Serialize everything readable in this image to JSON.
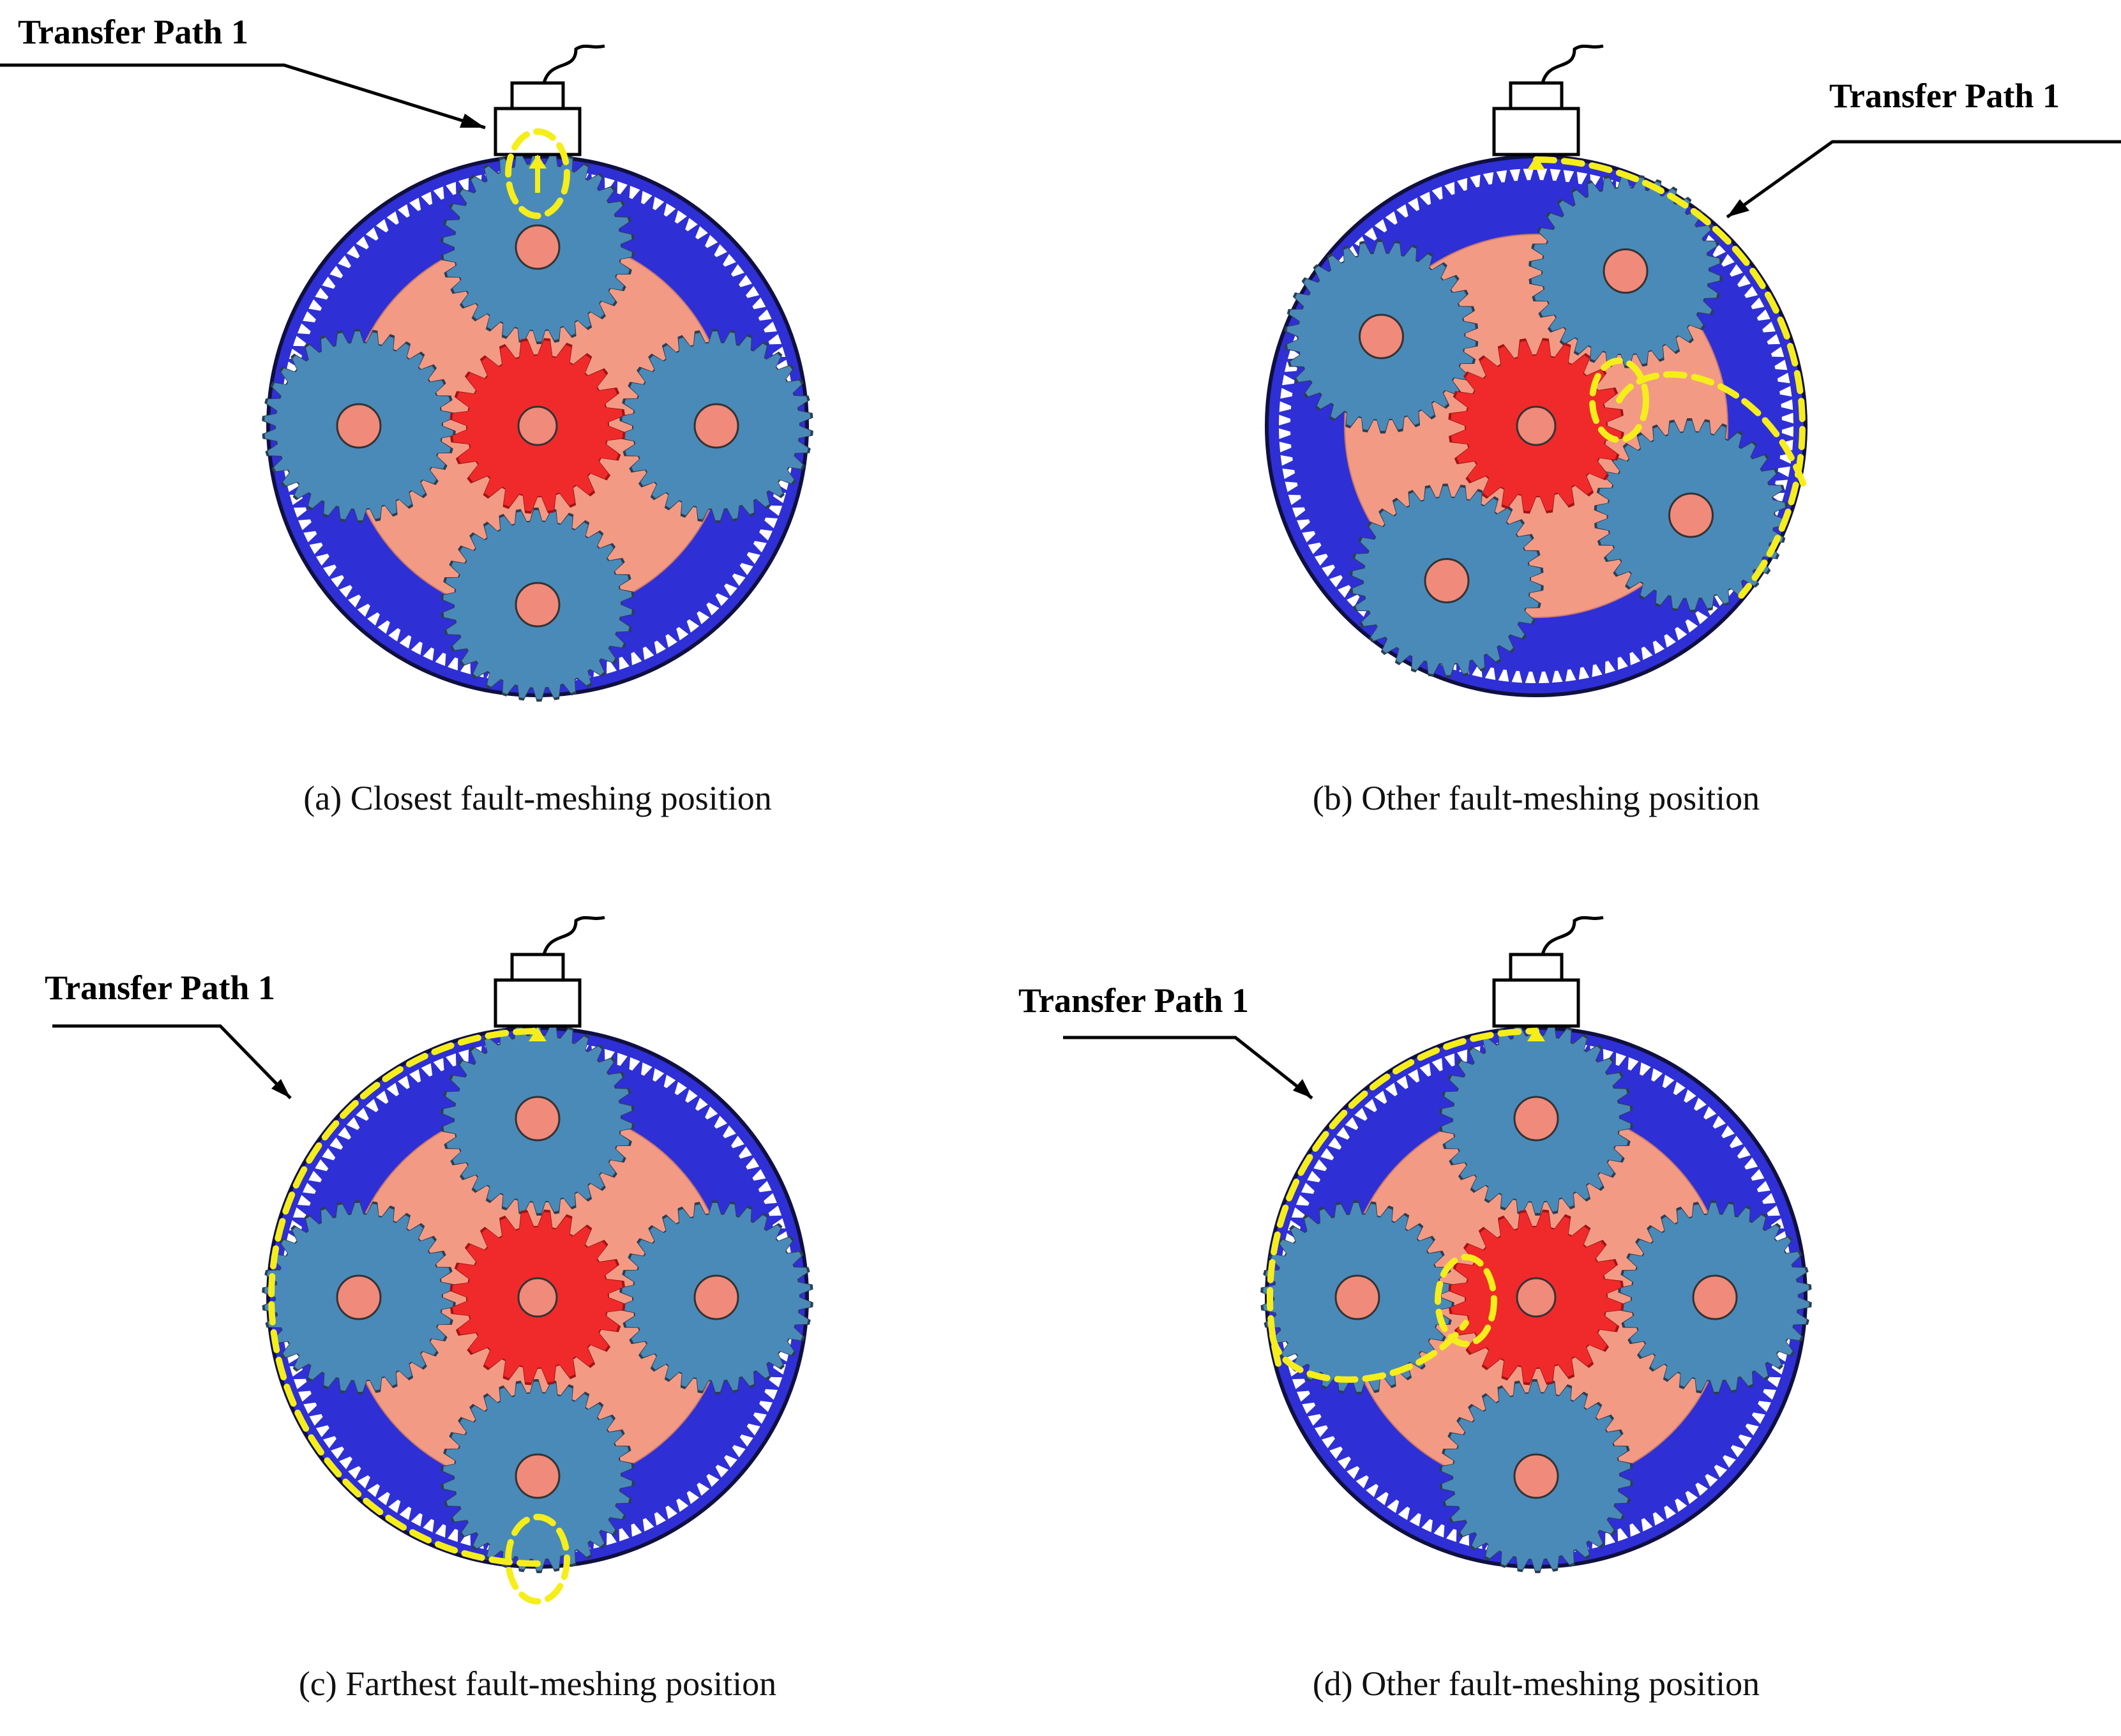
{
  "panels": [
    {
      "id": "a",
      "caption": "(a) Closest fault-meshing position",
      "path_label": "Transfer Path 1",
      "label_side": "left",
      "carrier_rotation_deg": 0,
      "fault_location": "top"
    },
    {
      "id": "b",
      "caption": "(b) Other fault-meshing position",
      "path_label": "Transfer Path 1",
      "label_side": "right",
      "carrier_rotation_deg": 30,
      "fault_location": "right"
    },
    {
      "id": "c",
      "caption": "(c) Farthest fault-meshing position",
      "path_label": "Transfer Path 1",
      "label_side": "left",
      "carrier_rotation_deg": 0,
      "fault_location": "bottom"
    },
    {
      "id": "d",
      "caption": "(d) Other fault-meshing position",
      "path_label": "Transfer Path 1",
      "label_side": "left",
      "carrier_rotation_deg": 0,
      "fault_location": "left"
    }
  ],
  "colors": {
    "ring_gear": "#2f2fd6",
    "ring_outline": "#101040",
    "planet_gear": "#4a8ab8",
    "sun_gear": "#f02a2a",
    "carrier": "#f39a85",
    "hub": "#f08a7a",
    "path_highlight": "#f5ee1b",
    "sensor": "#ffffff"
  }
}
